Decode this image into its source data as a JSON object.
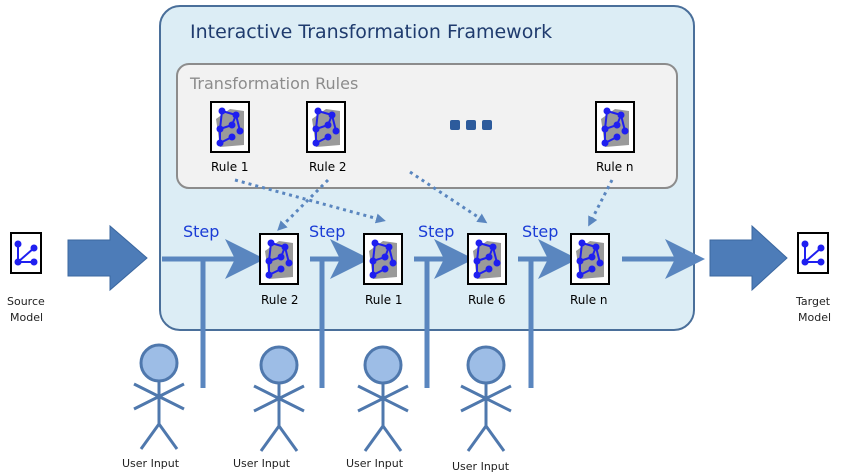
{
  "framework": {
    "title": "Interactive Transformation Framework"
  },
  "rules_panel": {
    "title": "Transformation Rules",
    "rules": [
      {
        "label": "Rule 1"
      },
      {
        "label": "Rule 2"
      },
      {
        "label": "Rule n"
      }
    ]
  },
  "steps": [
    {
      "label": "Step",
      "rule": "Rule 2"
    },
    {
      "label": "Step",
      "rule": "Rule 1"
    },
    {
      "label": "Step",
      "rule": "Rule 6"
    },
    {
      "label": "Step",
      "rule": "Rule n"
    }
  ],
  "source_model": {
    "line1": "Source",
    "line2": "Model"
  },
  "target_model": {
    "line1": "Target",
    "line2": "Model"
  },
  "users": [
    {
      "label": "User Input"
    },
    {
      "label": "User Input"
    },
    {
      "label": "User Input"
    },
    {
      "label": "User Input"
    }
  ],
  "colors": {
    "framework_fill": "#dcedf5",
    "framework_stroke": "#4a6f9a",
    "rules_fill": "#f2f2f2",
    "arrow": "#5a86bf",
    "node": "#1f1ff0",
    "step_text": "#1a3cd6",
    "person_fill": "#9dbde6",
    "person_stroke": "#4f78ad"
  }
}
